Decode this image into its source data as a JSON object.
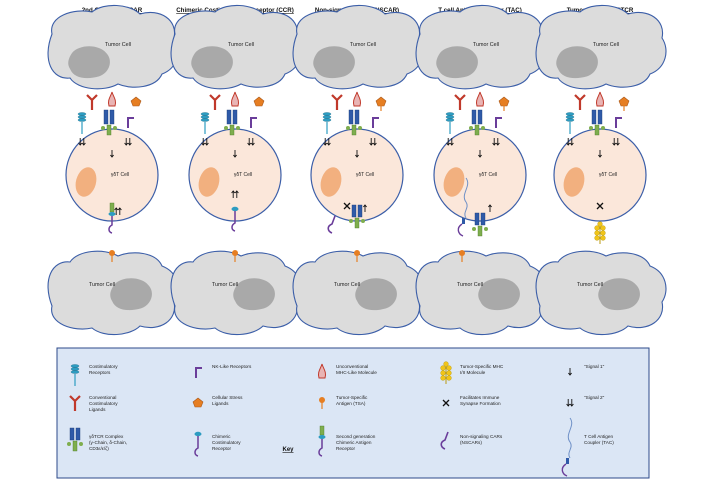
{
  "panels": [
    {
      "title": "2nd Generation CAR",
      "tumor_top": "Tumor Cell",
      "cell": "γδT Cell",
      "tumor_bottom": "Tumor Cell"
    },
    {
      "title": "Chimeric Costimulatory Receptor (CCR)",
      "tumor_top": "Tumor Cell",
      "cell": "γδT Cell",
      "tumor_bottom": "Tumor Cell"
    },
    {
      "title": "Non-signaling CAR (NSCAR)",
      "tumor_top": "Tumor Cell",
      "cell": "γδT Cell",
      "tumor_bottom": "Tumor Cell"
    },
    {
      "title": "T cell Antigen Coupler (TAC)",
      "tumor_top": "Tumor Cell",
      "cell": "γδT Cell",
      "tumor_bottom": "Tumor Cell"
    },
    {
      "title": "Tumor-Specific αβTCR",
      "tumor_top": "Tumor Cell",
      "cell": "γδT Cell",
      "tumor_bottom": "Tumor Cell"
    }
  ],
  "key": {
    "heading": "Key",
    "items": [
      {
        "label": "Costimulatory Receptors",
        "icon": "costimulatory-receptor-icon"
      },
      {
        "label": "NK-Like Receptors",
        "icon": "nk-like-receptor-icon"
      },
      {
        "label": "Unconventional MHC-Like Molecule",
        "icon": "mhc-like-molecule-icon"
      },
      {
        "label": "Tumor-Specific MHC I/II Molecule",
        "icon": "mhc-molecule-icon"
      },
      {
        "label": "\"Signal 1\"",
        "icon": "signal-1-arrow-icon"
      },
      {
        "label": "Conventional Costimulatory Ligands",
        "icon": "costimulatory-ligand-icon"
      },
      {
        "label": "Cellular Stress Ligands",
        "icon": "stress-ligand-icon"
      },
      {
        "label": "Tumor-Specific Antigen (TSA)",
        "icon": "tsa-icon"
      },
      {
        "label": "Facilitates Immune Synapse Formation",
        "icon": "cross-icon"
      },
      {
        "label": "\"Signal 2\"",
        "icon": "signal-2-arrow-icon"
      },
      {
        "label": "γδTCR Complex (γ-Chain, δ-Chain, CD3ε/ε/ζ)",
        "icon": "tcr-complex-icon"
      },
      {
        "label": "Chimeric Costimulatory Receptor",
        "icon": "ccr-icon"
      },
      {
        "label": "Second generation Chimeric Antigen Receptor",
        "icon": "car-icon"
      },
      {
        "label": "Non-signaling CARs (NSCARs)",
        "icon": "nscar-icon"
      },
      {
        "label": "T Cell Antigen Coupler (TAC)",
        "icon": "tac-icon"
      }
    ]
  },
  "colors": {
    "tumor": "#dcdcdc",
    "nucleus": "#a9a9a9",
    "cell": "#fbe7da",
    "cell_nucleus": "#f2b07f",
    "outline": "#3b5ea8",
    "key_bg": "#dbe6f5",
    "red": "#c0392b",
    "blue": "#2f5aa8",
    "purple": "#6a3d9a",
    "green": "#7fae4e",
    "orange": "#e67e22",
    "yellow": "#f0c419",
    "teal": "#2d9cc1"
  }
}
